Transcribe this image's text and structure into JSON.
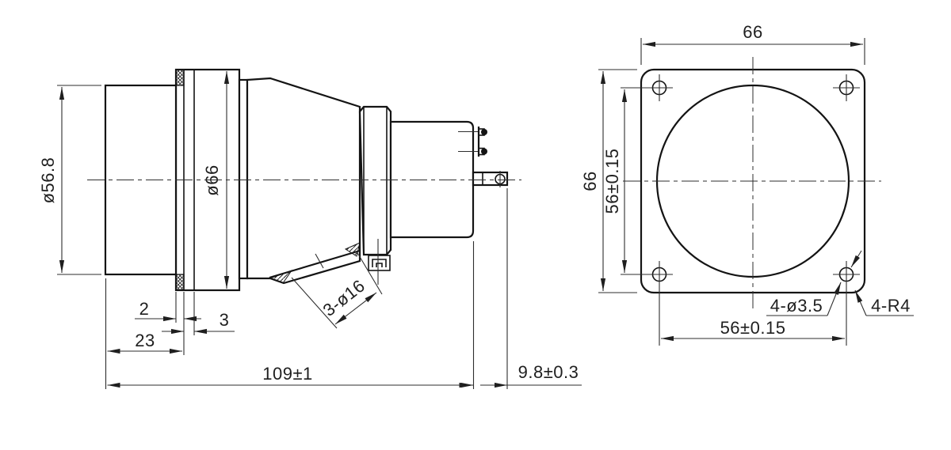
{
  "drawing": {
    "side_view": {
      "labels": {
        "diameter_56_8": "ø56.8",
        "diameter_66": "ø66",
        "width_2": "2",
        "width_3": "3",
        "width_23": "23",
        "length_109": "109±1",
        "length_9_8": "9.8±0.3",
        "holes_3_16": "3-ø16"
      }
    },
    "front_view": {
      "labels": {
        "width_66": "66",
        "height_66": "66",
        "hole_spacing_vertical": "56±0.15",
        "hole_spacing_horizontal": "56±0.15",
        "mounting_holes": "4-ø3.5",
        "corner_radius": "4-R4"
      }
    },
    "colors": {
      "background": "#ffffff",
      "outline": "#141414",
      "thin_line": "#2e2e2e",
      "text": "#1f1f1f"
    }
  }
}
